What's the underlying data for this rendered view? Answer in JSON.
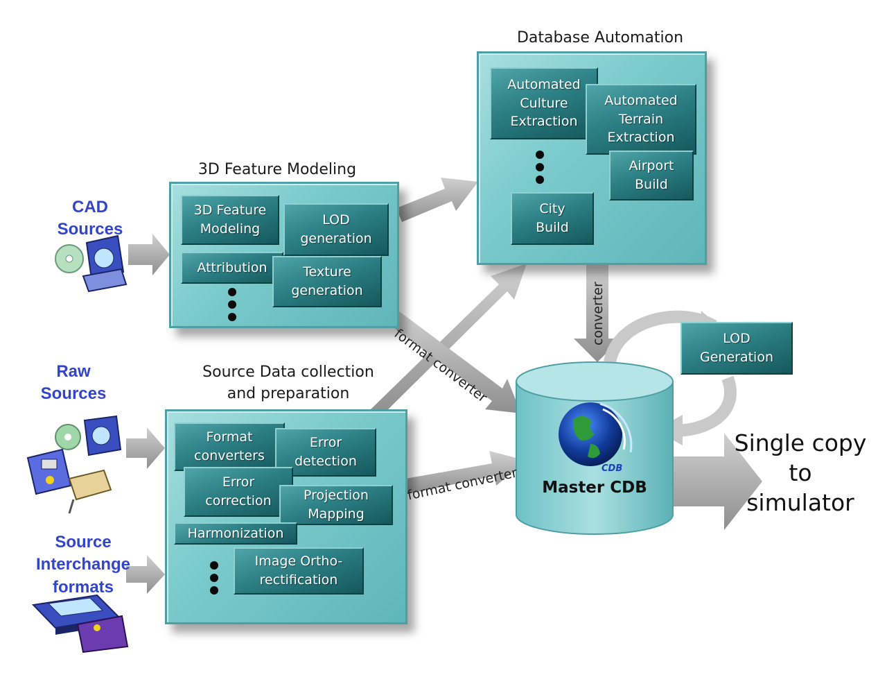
{
  "sources": {
    "cad": "CAD\nSources",
    "raw": "Raw\nSources",
    "interchange": "Source\nInterchange\nformats"
  },
  "panels": {
    "feature_modeling": {
      "title": "3D Feature Modeling",
      "boxes": [
        "3D Feature\nModeling",
        "LOD\ngeneration",
        "Attribution",
        "Texture\ngeneration"
      ]
    },
    "database_automation": {
      "title": "Database Automation",
      "boxes": [
        "Automated\nCulture\nExtraction",
        "Automated\nTerrain\nExtraction",
        "Airport\nBuild",
        "City\nBuild"
      ]
    },
    "source_data": {
      "title": "Source Data collection\nand preparation",
      "boxes": [
        "Format\nconverters",
        "Error\ndetection",
        "Error\ncorrection",
        "Projection\nMapping",
        "Harmonization",
        "Image Ortho-\nrectification"
      ]
    }
  },
  "arrow_labels": {
    "format_converter_diag": "format converter",
    "format_converter_low": "format converter",
    "converter_vertical": "converter"
  },
  "cdb": {
    "label": "Master CDB",
    "logo_text": "CDB",
    "lod_box": "LOD\nGeneration"
  },
  "output": {
    "label": "Single copy\nto\nsimulator"
  },
  "colors": {
    "panel": "#7ccbcd",
    "inner_box": "#2c7f84",
    "source_label": "#3344cc",
    "arrow": "#b3b3b3"
  }
}
